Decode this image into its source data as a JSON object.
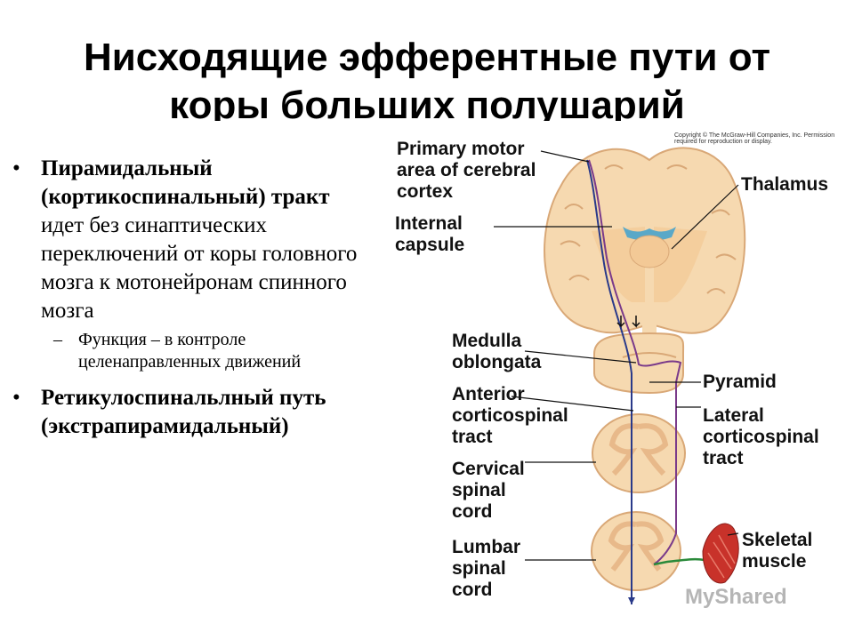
{
  "title": {
    "line1": "Нисходящие эфферентные пути от",
    "line2": "коры больших полушарий"
  },
  "bullets": {
    "b1_bold1": "Пирамидальный (кортикоспинальный) тракт",
    "b1_text": " идет без синаптических переключений от коры головного мозга к мотонейронам спинного мозга",
    "sub1": "Функция – в контроле целенаправленных движений",
    "b2_bold": "Ретикулоспинальлный путь (экстрапирамидальный)",
    "bullet_glyph": "•",
    "dash_glyph": "–"
  },
  "diagram": {
    "copyright": "Copyright © The McGraw-Hill Companies, Inc. Permission required for reproduction or display.",
    "labels": {
      "primary_motor": "Primary motor\narea of cerebral\ncortex",
      "thalamus": "Thalamus",
      "internal_capsule": "Internal\ncapsule",
      "medulla": "Medulla\noblongata",
      "pyramid": "Pyramid",
      "anterior": "Anterior\ncorticospinal\ntract",
      "lateral": "Lateral\ncorticospinal\ntract",
      "cervical": "Cervical\nspinal\ncord",
      "lumbar": "Lumbar\nspinal\ncord",
      "skeletal": "Skeletal\nmuscle"
    },
    "watermark": "MyShared",
    "colors": {
      "tissue": "#f6d9b0",
      "tissue_dark": "#e8b98a",
      "gray_matter": "#f3c996",
      "tract_blue": "#2a3a8a",
      "tract_purple": "#7a3a8a",
      "muscle": "#c8322a",
      "nerve_green": "#2a8a3a"
    }
  }
}
